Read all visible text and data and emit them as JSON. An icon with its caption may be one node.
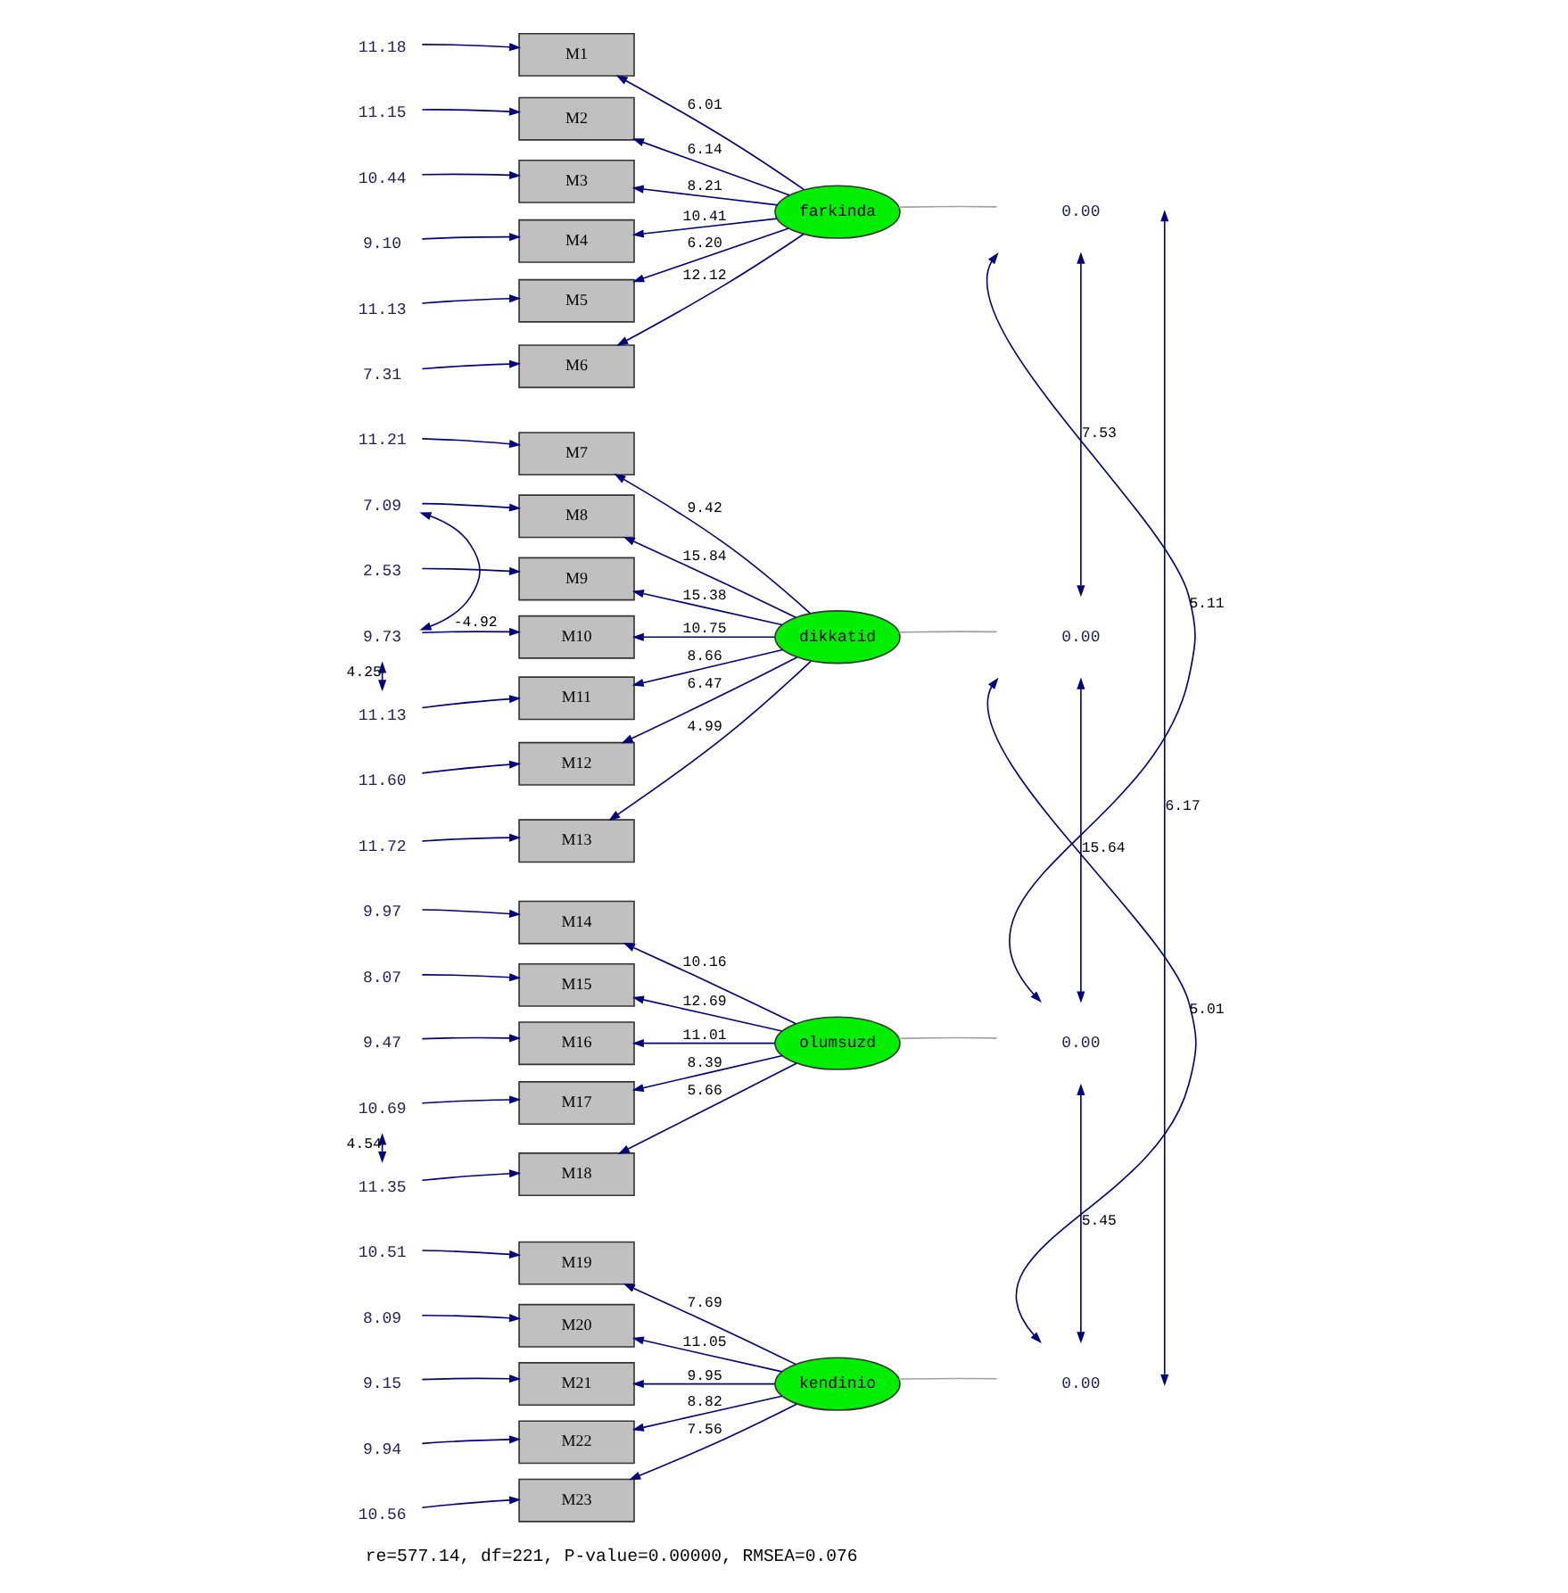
{
  "diagram": {
    "caption": "re=577.14, df=221, P-value=0.00000, RMSEA=0.076",
    "nodes": [
      {
        "text": [
          "M1"
        ]
      },
      {
        "text": [
          "M2"
        ]
      },
      {
        "text": [
          "M3"
        ]
      },
      {
        "text": [
          "M4"
        ]
      },
      {
        "text": [
          "M5"
        ]
      },
      {
        "text": [
          "M6"
        ]
      },
      {
        "text": [
          "M7"
        ]
      },
      {
        "text": [
          "M8"
        ]
      },
      {
        "text": [
          "M9"
        ]
      },
      {
        "text": [
          "M10"
        ]
      },
      {
        "text": [
          "M11"
        ]
      },
      {
        "text": [
          "M12"
        ]
      },
      {
        "text": [
          "M13"
        ]
      },
      {
        "text": [
          "M14"
        ]
      },
      {
        "text": [
          "M15"
        ]
      },
      {
        "text": [
          "M16"
        ]
      },
      {
        "text": [
          "M17"
        ]
      },
      {
        "text": [
          "M18"
        ]
      },
      {
        "text": [
          "M19"
        ]
      },
      {
        "text": [
          "M20"
        ]
      },
      {
        "text": [
          "M21"
        ]
      },
      {
        "text": [
          "M22"
        ]
      },
      {
        "text": [
          "M23"
        ]
      },
      {
        "text": [
          "farkinda"
        ]
      },
      {
        "text": [
          "dikkatid"
        ]
      },
      {
        "text": [
          "olumsuzd"
        ]
      },
      {
        "text": [
          "kendinio"
        ]
      },
      {
        "text": [
          "11.18"
        ]
      },
      {
        "text": [
          "11.15"
        ]
      },
      {
        "text": [
          "10.44"
        ]
      },
      {
        "text": [
          "9.10"
        ]
      },
      {
        "text": [
          "11.13"
        ]
      },
      {
        "text": [
          "7.31"
        ]
      },
      {
        "text": [
          "11.21"
        ]
      },
      {
        "text": [
          "7.09"
        ]
      },
      {
        "text": [
          "2.53"
        ]
      },
      {
        "text": [
          "9.73"
        ]
      },
      {
        "text": [
          "11.13"
        ]
      },
      {
        "text": [
          "11.60"
        ]
      },
      {
        "text": [
          "11.72"
        ]
      },
      {
        "text": [
          "9.97"
        ]
      },
      {
        "text": [
          "8.07"
        ]
      },
      {
        "text": [
          "9.47"
        ]
      },
      {
        "text": [
          "10.69"
        ]
      },
      {
        "text": [
          "11.35"
        ]
      },
      {
        "text": [
          "10.51"
        ]
      },
      {
        "text": [
          "8.09"
        ]
      },
      {
        "text": [
          "9.15"
        ]
      },
      {
        "text": [
          "9.94"
        ]
      },
      {
        "text": [
          "10.56"
        ]
      },
      {
        "text": [
          "0.00"
        ]
      },
      {
        "text": [
          "0.00"
        ]
      },
      {
        "text": [
          "0.00"
        ]
      },
      {
        "text": [
          "0.00"
        ]
      }
    ],
    "edges": [
      {
        "from": 23,
        "to": 0,
        "arrow": "to",
        "label": "6.01"
      },
      {
        "from": 23,
        "to": 1,
        "arrow": "to",
        "label": "6.14"
      },
      {
        "from": 23,
        "to": 2,
        "arrow": "to",
        "label": "8.21"
      },
      {
        "from": 23,
        "to": 3,
        "arrow": "to",
        "label": "10.41"
      },
      {
        "from": 23,
        "to": 4,
        "arrow": "to",
        "label": "6.20"
      },
      {
        "from": 23,
        "to": 5,
        "arrow": "to",
        "label": "12.12"
      },
      {
        "from": 24,
        "to": 6,
        "arrow": "to",
        "label": "9.42"
      },
      {
        "from": 24,
        "to": 7,
        "arrow": "to",
        "label": "15.84"
      },
      {
        "from": 24,
        "to": 8,
        "arrow": "to",
        "label": "15.38"
      },
      {
        "from": 24,
        "to": 9,
        "arrow": "to",
        "label": "10.75"
      },
      {
        "from": 24,
        "to": 10,
        "arrow": "to",
        "label": "8.66"
      },
      {
        "from": 24,
        "to": 11,
        "arrow": "to",
        "label": "6.47"
      },
      {
        "from": 24,
        "to": 12,
        "arrow": "to",
        "label": "4.99"
      },
      {
        "from": 25,
        "to": 13,
        "arrow": "to",
        "label": "10.16"
      },
      {
        "from": 25,
        "to": 14,
        "arrow": "to",
        "label": "12.69"
      },
      {
        "from": 25,
        "to": 15,
        "arrow": "to",
        "label": "11.01"
      },
      {
        "from": 25,
        "to": 16,
        "arrow": "to",
        "label": "8.39"
      },
      {
        "from": 25,
        "to": 17,
        "arrow": "to",
        "label": "5.66"
      },
      {
        "from": 26,
        "to": 18,
        "arrow": "to",
        "label": "7.69"
      },
      {
        "from": 26,
        "to": 19,
        "arrow": "to",
        "label": "11.05"
      },
      {
        "from": 26,
        "to": 20,
        "arrow": "to",
        "label": "9.95"
      },
      {
        "from": 26,
        "to": 21,
        "arrow": "to",
        "label": "8.82"
      },
      {
        "from": 26,
        "to": 22,
        "arrow": "to",
        "label": "7.56"
      },
      {
        "from": 27,
        "to": 0,
        "arrow": "to"
      },
      {
        "from": 28,
        "to": 1,
        "arrow": "to"
      },
      {
        "from": 29,
        "to": 2,
        "arrow": "to"
      },
      {
        "from": 30,
        "to": 3,
        "arrow": "to"
      },
      {
        "from": 31,
        "to": 4,
        "arrow": "to"
      },
      {
        "from": 32,
        "to": 5,
        "arrow": "to"
      },
      {
        "from": 33,
        "to": 6,
        "arrow": "to"
      },
      {
        "from": 34,
        "to": 7,
        "arrow": "to"
      },
      {
        "from": 35,
        "to": 8,
        "arrow": "to"
      },
      {
        "from": 36,
        "to": 9,
        "arrow": "to"
      },
      {
        "from": 37,
        "to": 10,
        "arrow": "to"
      },
      {
        "from": 38,
        "to": 11,
        "arrow": "to"
      },
      {
        "from": 39,
        "to": 12,
        "arrow": "to"
      },
      {
        "from": 40,
        "to": 13,
        "arrow": "to"
      },
      {
        "from": 41,
        "to": 14,
        "arrow": "to"
      },
      {
        "from": 42,
        "to": 15,
        "arrow": "to"
      },
      {
        "from": 43,
        "to": 16,
        "arrow": "to"
      },
      {
        "from": 44,
        "to": 17,
        "arrow": "to"
      },
      {
        "from": 45,
        "to": 18,
        "arrow": "to"
      },
      {
        "from": 46,
        "to": 19,
        "arrow": "to"
      },
      {
        "from": 47,
        "to": 20,
        "arrow": "to"
      },
      {
        "from": 48,
        "to": 21,
        "arrow": "to"
      },
      {
        "from": 49,
        "to": 22,
        "arrow": "to"
      },
      {
        "from": 23,
        "to": 50,
        "arrow": "none",
        "color": "#a0a0a0"
      },
      {
        "from": 24,
        "to": 51,
        "arrow": "none",
        "color": "#a0a0a0"
      },
      {
        "from": 25,
        "to": 52,
        "arrow": "none",
        "color": "#a0a0a0"
      },
      {
        "from": 26,
        "to": 53,
        "arrow": "none",
        "color": "#a0a0a0"
      },
      {
        "from": 50,
        "to": 51,
        "arrow": "both",
        "label": "7.53"
      },
      {
        "from": 51,
        "to": 52,
        "arrow": "both",
        "label": "15.64"
      },
      {
        "from": 52,
        "to": 53,
        "arrow": "both",
        "label": "5.45"
      },
      {
        "from": 50,
        "to": 52,
        "arrow": "both",
        "label": "5.11"
      },
      {
        "from": 50,
        "to": 53,
        "arrow": "both",
        "label": "6.17"
      },
      {
        "from": 51,
        "to": 53,
        "arrow": "both",
        "label": "5.01"
      },
      {
        "from": 34,
        "to": 36,
        "arrow": "both",
        "label": "-4.92"
      },
      {
        "from": 36,
        "to": 37,
        "arrow": "both",
        "label": "4.25"
      },
      {
        "from": 43,
        "to": 44,
        "arrow": "both",
        "label": "4.54"
      }
    ]
  }
}
